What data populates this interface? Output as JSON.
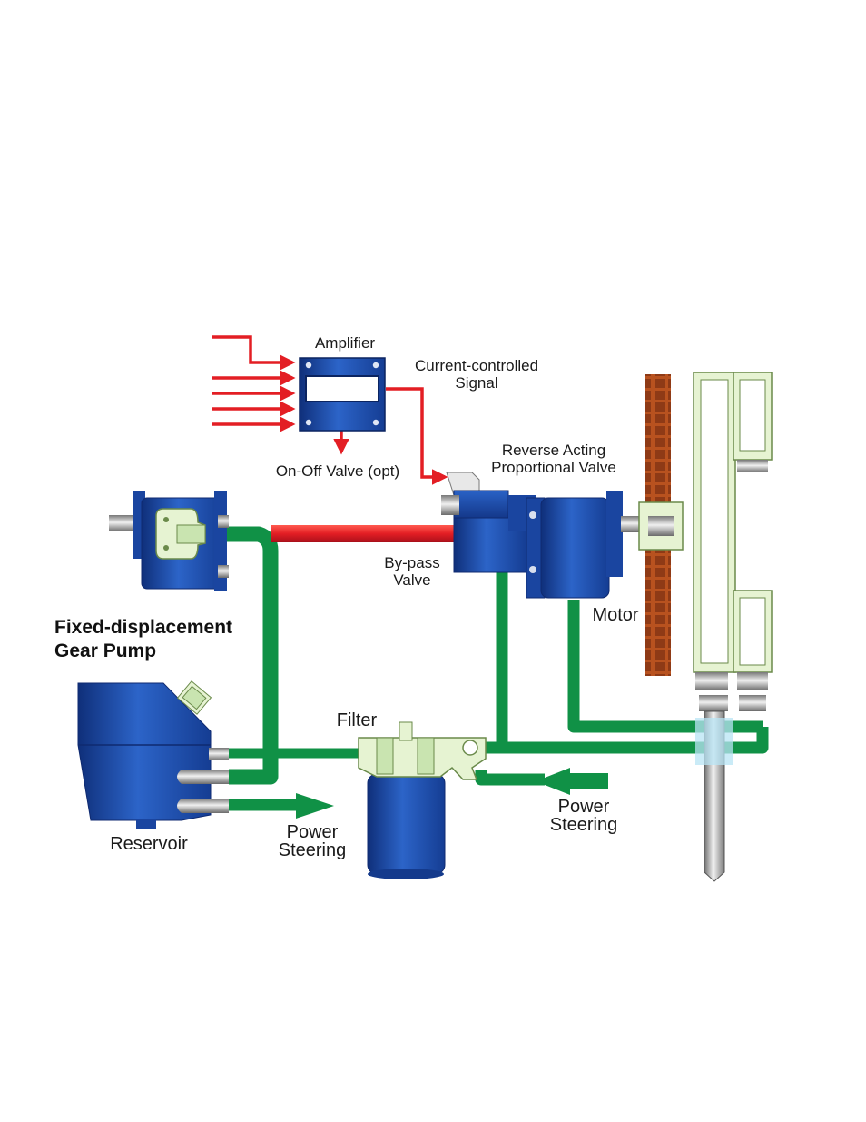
{
  "labels": {
    "amplifier": "Amplifier",
    "signal": [
      "Current-controlled",
      "Signal"
    ],
    "onoff_valve": "On-Off Valve (opt)",
    "reverse_valve": [
      "Reverse Acting",
      "Proportional Valve"
    ],
    "bypass_valve": [
      "By-pass",
      "Valve"
    ],
    "motor": "Motor",
    "pump_title": [
      "Fixed-displacement",
      "Gear Pump"
    ],
    "filter": "Filter",
    "reservoir": "Reservoir",
    "power_steering_left": [
      "Power",
      "Steering"
    ],
    "power_steering_right": [
      "Power",
      "Steering"
    ]
  },
  "colors": {
    "pressure_line": "#e31e24",
    "return_line": "#109146",
    "signal_line": "#e31e24",
    "component_blue": "#1e4fa8",
    "component_light_green": "#e6f3d2",
    "gear": "#b04a1e",
    "steel": "#9a9a9a"
  }
}
